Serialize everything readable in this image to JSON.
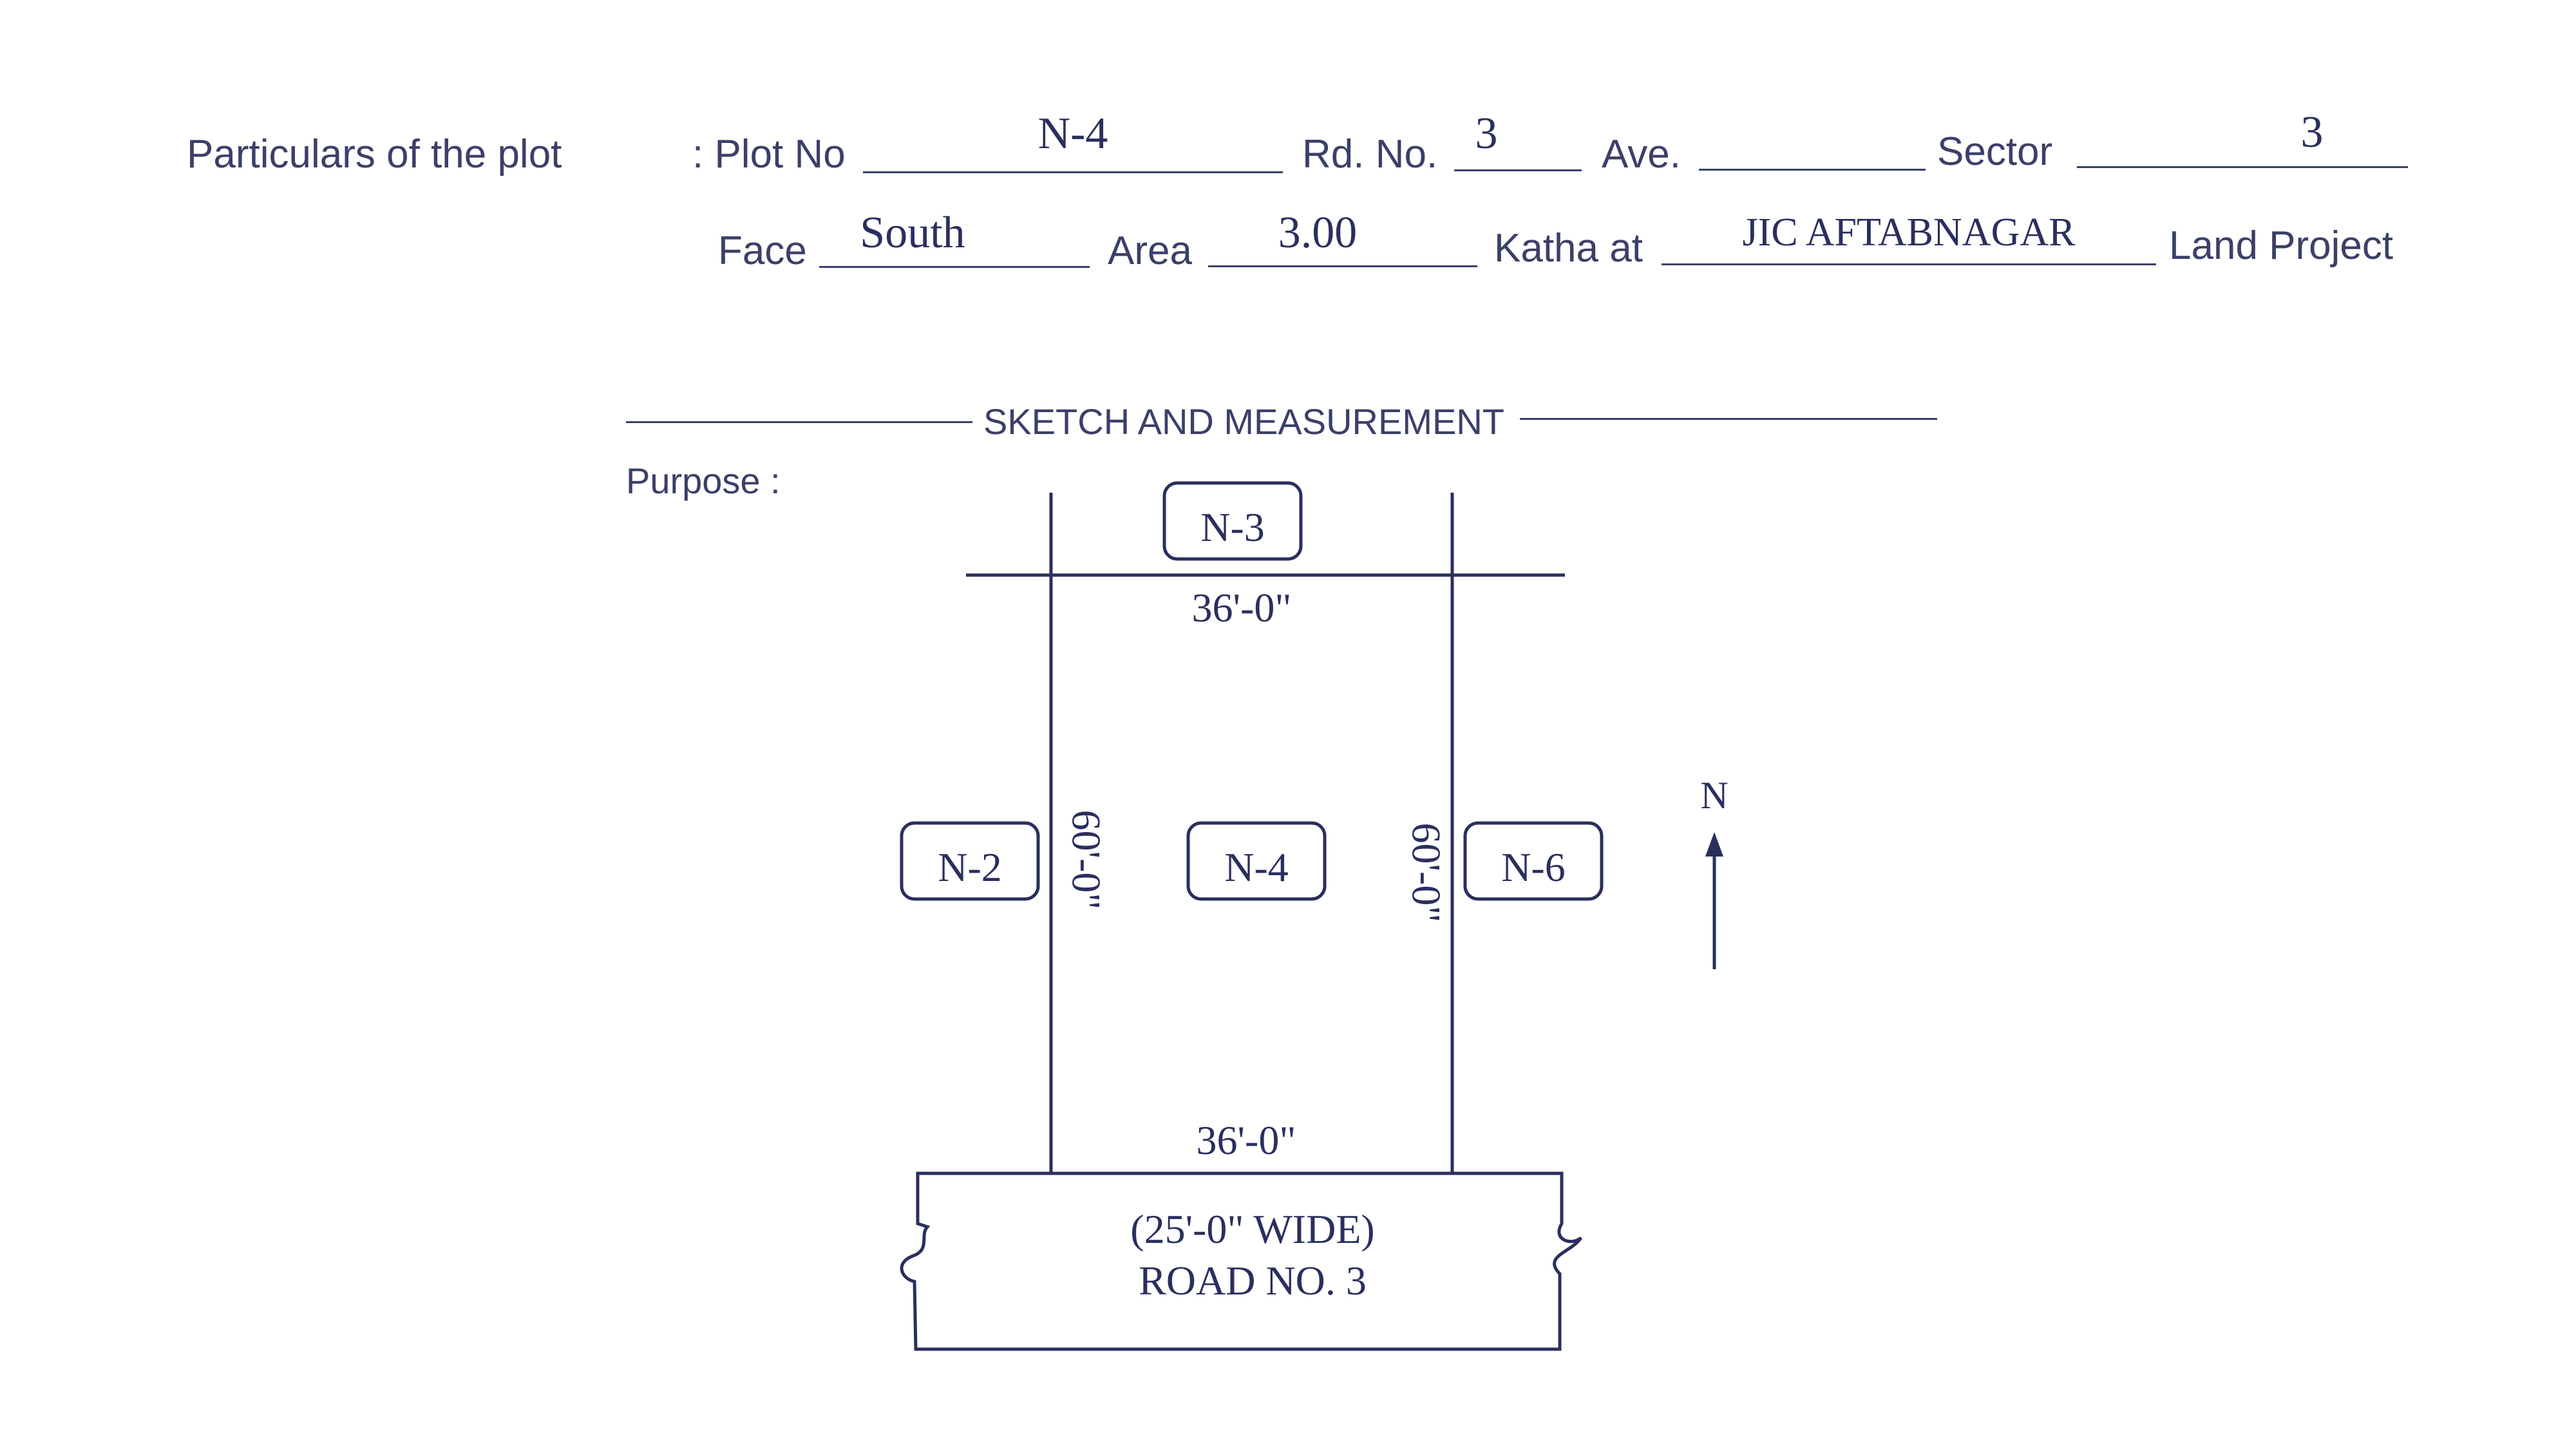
{
  "particulars": {
    "heading": "Particulars of the plot",
    "plot_no_label": ": Plot No",
    "plot_no_value": "N-4",
    "rd_no_label": "Rd. No.",
    "rd_no_value": "3",
    "ave_label": "Ave.",
    "ave_value": "",
    "sector_label": "Sector",
    "sector_value": "3",
    "face_label": "Face",
    "face_value": "South",
    "area_label": "Area",
    "area_value": "3.00",
    "katha_label": "Katha at",
    "katha_value": "JIC AFTABNAGAR",
    "land_project_label": "Land Project"
  },
  "sketch": {
    "title": "SKETCH AND MEASUREMENT",
    "purpose_label": "Purpose :",
    "plots": {
      "north": "N-3",
      "west": "N-2",
      "center": "N-4",
      "east": "N-6"
    },
    "dimensions": {
      "top": "36'-0\"",
      "bottom": "36'-0\"",
      "left": "60'-0\"",
      "right": "60'-0\""
    },
    "north_label": "N",
    "road": {
      "width_text": "(25'-0\" WIDE)",
      "name_text": "ROAD NO. 3"
    }
  },
  "colors": {
    "ink": "#2a2f5e",
    "print": "#3b4068"
  }
}
